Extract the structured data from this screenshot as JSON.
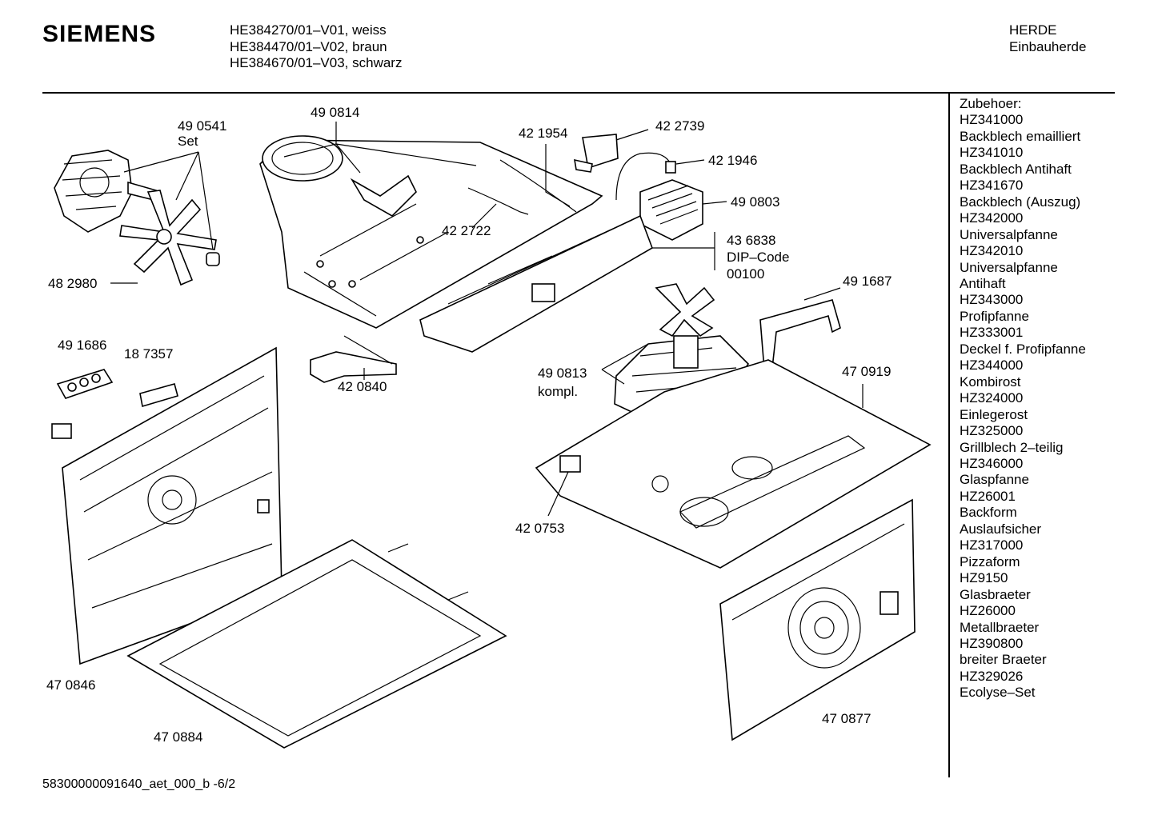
{
  "header": {
    "brand": "SIEMENS",
    "models": [
      "HE384270/01–V01, weiss",
      "HE384470/01–V02, braun",
      "HE384670/01–V03, schwarz"
    ],
    "category": [
      "HERDE",
      "Einbauherde"
    ]
  },
  "accessories": {
    "title": "Zubehoer:",
    "items": [
      "HZ341000",
      "Backblech emailliert",
      "HZ341010",
      "Backblech Antihaft",
      "HZ341670",
      "Backblech (Auszug)",
      "HZ342000",
      "Universalpfanne",
      "HZ342010",
      "Universalpfanne",
      "Antihaft",
      "HZ343000",
      "Profipfanne",
      "HZ333001",
      "Deckel f. Profipfanne",
      "HZ344000",
      "Kombirost",
      "HZ324000",
      "Einlegerost",
      "HZ325000",
      "Grillblech 2–teilig",
      "HZ346000",
      "Glaspfanne",
      "HZ26001",
      "Backform",
      "Auslaufsicher",
      "HZ317000",
      "Pizzaform",
      "HZ9150",
      "Glasbraeter",
      "HZ26000",
      "Metallbraeter",
      "HZ390800",
      "breiter Braeter",
      "HZ329026",
      "Ecolyse–Set"
    ]
  },
  "part_labels": {
    "p490541": "49 0541",
    "p490541_sub": "Set",
    "p482980": "48 2980",
    "p490814": "49 0814",
    "p421954": "42 1954",
    "p422739": "42 2739",
    "p421946": "42 1946",
    "p490803": "49 0803",
    "p422722": "42 2722",
    "p436838": "43 6838",
    "p436838_sub1": "DIP–Code",
    "p436838_sub2": "00100",
    "p491687": "49 1687",
    "p491686": "49 1686",
    "p187357": "18 7357",
    "p420840": "42 0840",
    "p490813": "49 0813",
    "p490813_sub": "kompl.",
    "p470919": "47 0919",
    "p420753": "42 0753",
    "p470846": "47 0846",
    "p470884": "47 0884",
    "p470877": "47 0877"
  },
  "footer": "58300000091640_aet_000_b  -6/2"
}
